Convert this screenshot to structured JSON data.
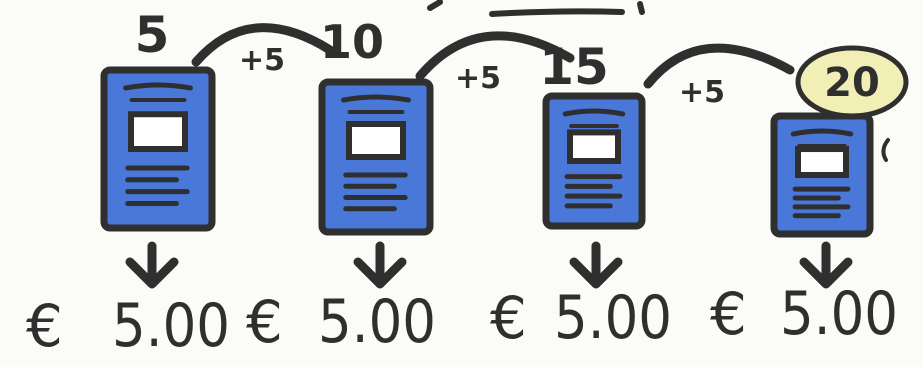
{
  "colors": {
    "ink": "#2f2f2f",
    "page_blue": "#4a78d8",
    "page_blue_light": "#6b93e6",
    "badge_fill": "#f2efb6",
    "paper": "#fbfbf7"
  },
  "steps": [
    {
      "count": "5",
      "increment": "+5",
      "currency": "€",
      "price": "5.00"
    },
    {
      "count": "10",
      "increment": "+5",
      "currency": "€",
      "price": "5.00"
    },
    {
      "count": "15",
      "increment": "+5",
      "currency": "€",
      "price": "5.00"
    },
    {
      "count": "20",
      "increment": "",
      "currency": "€",
      "price": "5.00",
      "highlighted": true
    }
  ],
  "icons": {
    "document": "document-icon",
    "arrow": "arrow-down-icon",
    "arc": "curved-arrow-icon"
  }
}
